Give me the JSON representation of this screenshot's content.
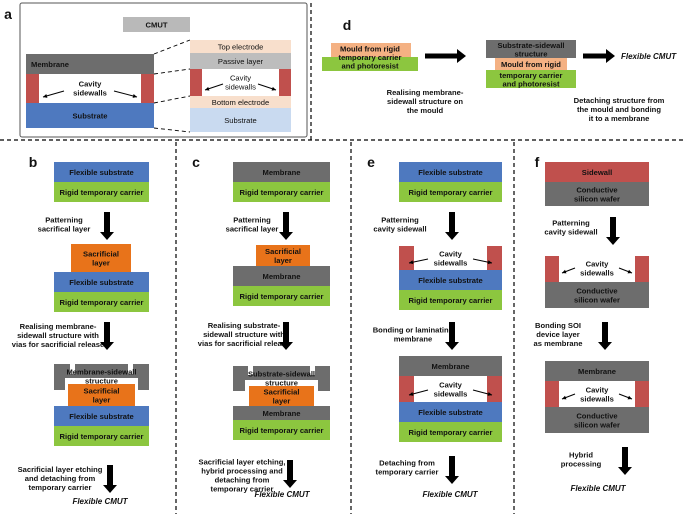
{
  "colors": {
    "membrane": "#6d6d6d",
    "substrate": "#4e79bf",
    "carrier": "#8cc63f",
    "sacrificial": "#e8731a",
    "sidewall": "#c0504d",
    "cmut_header": "#b9b9b9",
    "top_electrode": "#f8dfcc",
    "passive_layer": "#bdbdbd",
    "bottom_electrode": "#f8dfcc",
    "substrate_light": "#c9daf0",
    "mould": "#f4b183"
  },
  "icons": [
    "arrow-down-icon",
    "arrow-right-icon",
    "cavity-arrow-icon"
  ],
  "a": {
    "panel_label": "a",
    "cmut": "CMUT",
    "membrane": "Membrane",
    "cavity": [
      "Cavity",
      "sidewalls"
    ],
    "substrate": "Substrate",
    "top_electrode": "Top electrode",
    "passive_layer": "Passive layer",
    "cavity_right": [
      "Cavity",
      "sidewalls"
    ],
    "bottom_electrode": "Bottom electrode",
    "substrate_right": "Substrate"
  },
  "d": {
    "panel_label": "d",
    "mould": [
      "Mould from rigid",
      "temporary carrier",
      "and photoresist"
    ],
    "substrate_sidewall": [
      "Substrate-sidewall",
      "structure"
    ],
    "mould2": "Mould from rigid",
    "carrier2": [
      "temporary carrier",
      "and photoresist"
    ],
    "flexible_cmut": "Flexible CMUT",
    "caption1": [
      "Realising membrane-",
      "sidewall structure on",
      "the mould"
    ],
    "caption2": [
      "Detaching structure from",
      "the mould and bonding",
      "it to a membrane"
    ]
  },
  "b": {
    "panel_label": "b",
    "flex_sub": "Flexible substrate",
    "carrier": "Rigid temporary carrier",
    "step1": [
      "Patterning",
      "sacrifical layer"
    ],
    "sacrificial": [
      "Sacrificial",
      "layer"
    ],
    "flex_sub2": "Flexible substrate",
    "carrier2": "Rigid temporary carrier",
    "step2": [
      "Realising membrane-",
      "sidewall structure with",
      "vias for sacrificial release"
    ],
    "mem_side": [
      "Membrane-sidewall",
      "structure"
    ],
    "sacrificial2": [
      "Sacrificial",
      "layer"
    ],
    "flex_sub3": "Flexible substrate",
    "carrier3": "Rigid temporary carrier",
    "step3": [
      "Sacrificial layer etching",
      "and detaching from",
      "temporary carrier"
    ],
    "result": "Flexible CMUT"
  },
  "c": {
    "panel_label": "c",
    "membrane": "Membrane",
    "carrier": "Rigid temporary carrier",
    "step1": [
      "Patterning",
      "sacrifical layer"
    ],
    "sacrificial": [
      "Sacrificial",
      "layer"
    ],
    "membrane2": "Membrane",
    "carrier2": "Rigid temporary carrier",
    "step2": [
      "Realising substrate-",
      "sidewall structure with",
      "vias for sacrificial release"
    ],
    "sub_side": [
      "Substrate-sidewall",
      "structure"
    ],
    "sacrificial2": [
      "Sacrificial",
      "layer"
    ],
    "membrane3": "Membrane",
    "carrier3": "Rigid temporary carrier",
    "step3": [
      "Sacrificial layer etching,",
      "hybrid processing and",
      "detaching from",
      "temporary carrier"
    ],
    "result": "Flexible CMUT"
  },
  "e": {
    "panel_label": "e",
    "flex_sub": "Flexible substrate",
    "carrier": "Rigid temporary carrier",
    "step1": [
      "Patterning",
      "cavity sidewall"
    ],
    "cavity": [
      "Cavity",
      "sidewalls"
    ],
    "flex_sub2": "Flexible substrate",
    "carrier2": "Rigid temporary carrier",
    "step2": [
      "Bonding or laminating",
      "membrane"
    ],
    "membrane": "Membrane",
    "cavity2": [
      "Cavity",
      "sidewalls"
    ],
    "flex_sub3": "Flexible substrate",
    "carrier3": "Rigid temporary carrier",
    "step3": [
      "Detaching from",
      "temporary carrier"
    ],
    "result": "Flexible CMUT"
  },
  "f": {
    "panel_label": "f",
    "sidewall": "Sidewall",
    "wafer": [
      "Conductive",
      "silicon wafer"
    ],
    "step1": [
      "Patterning",
      "cavity sidewall"
    ],
    "cavity": [
      "Cavity",
      "sidewalls"
    ],
    "wafer2": [
      "Conductive",
      "silicon wafer"
    ],
    "step2": [
      "Bonding SOI",
      "device layer",
      "as membrane"
    ],
    "membrane": "Membrane",
    "cavity2": [
      "Cavity",
      "sidewalls"
    ],
    "wafer3": [
      "Conductive",
      "silicon wafer"
    ],
    "step3": [
      "Hybrid",
      "processing"
    ],
    "result": "Flexible CMUT"
  }
}
